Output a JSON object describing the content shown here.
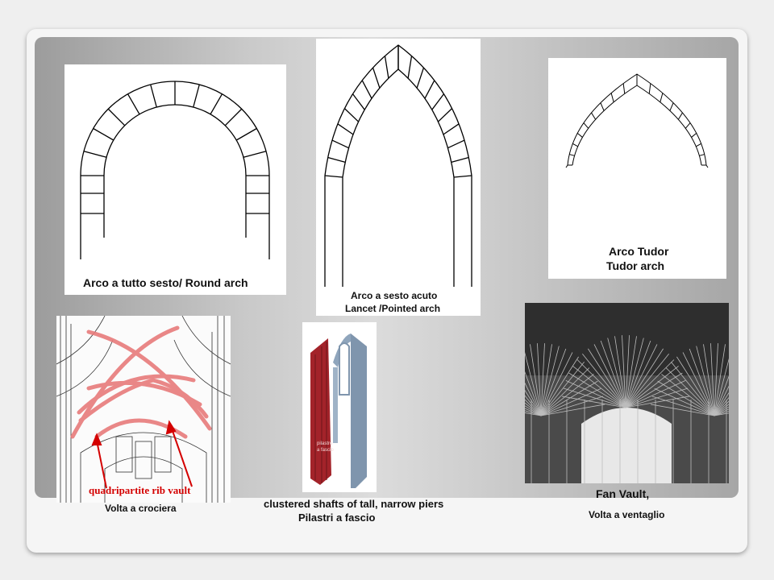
{
  "slide": {
    "round_arch": {
      "caption": "Arco a tutto sesto/ Round arch"
    },
    "pointed_arch": {
      "caption_it": "Arco a sesto acuto",
      "caption_en": "Lancet /Pointed arch"
    },
    "tudor_arch": {
      "caption_it": "Arco Tudor",
      "caption_en": "Tudor arch"
    },
    "rib_vault": {
      "image_label": "quadripartite rib vault",
      "caption": "Volta a crociera"
    },
    "piers": {
      "image_label_line1": "pilastro",
      "image_label_line2": "a fascio",
      "caption_en": "clustered shafts of tall, narrow piers",
      "caption_it": "Pilastri a fascio"
    },
    "fan_vault": {
      "caption_en": "Fan Vault,",
      "caption_it": "Volta a ventaglio"
    }
  },
  "colors": {
    "rib_highlight": "#e87b7b",
    "annotation_red": "#d40000",
    "pier_red": "#a3232a",
    "pier_blue": "#7f95ad"
  }
}
